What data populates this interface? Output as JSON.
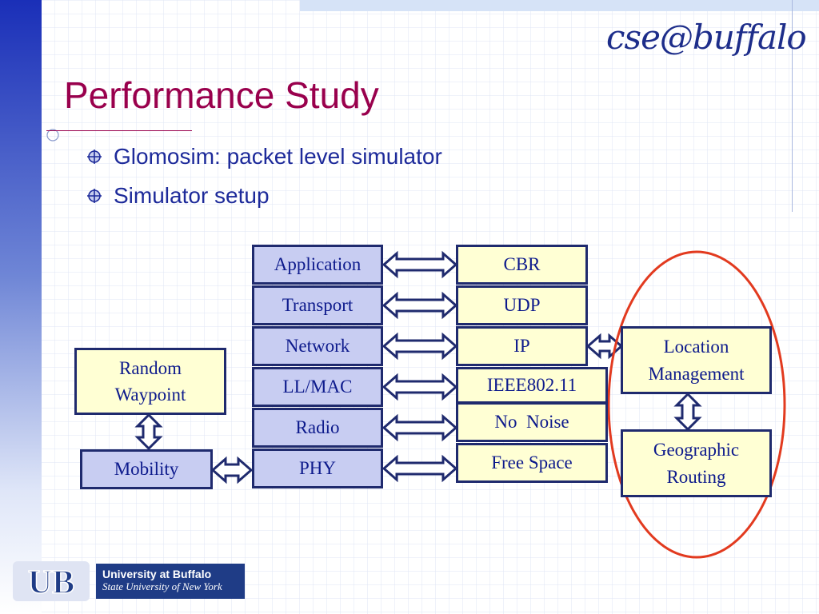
{
  "slide": {
    "title": "Performance Study",
    "brand": "cse@buffalo",
    "bullets": [
      "Glomosim: packet level simulator",
      "Simulator setup"
    ]
  },
  "diagram": {
    "stack": [
      "Application",
      "Transport",
      "Network",
      "LL/MAC",
      "Radio",
      "PHY"
    ],
    "protocols": [
      "CBR",
      "UDP",
      "IP",
      "IEEE802.11",
      "No  Noise",
      "Free Space"
    ],
    "random_waypoint": "Random Waypoint",
    "mobility": "Mobility",
    "location_management": "Location Management",
    "geographic_routing": "Geographic Routing"
  },
  "logo": {
    "line1": "University at Buffalo",
    "line2": "State University of New York"
  },
  "colors": {
    "title": "#99004d",
    "text": "#1d2a9a",
    "stack_fill": "#c8cdf2",
    "protocol_fill": "#ffffd4",
    "highlight_ellipse": "#e23a1f",
    "box_border": "#1f2a6e"
  }
}
